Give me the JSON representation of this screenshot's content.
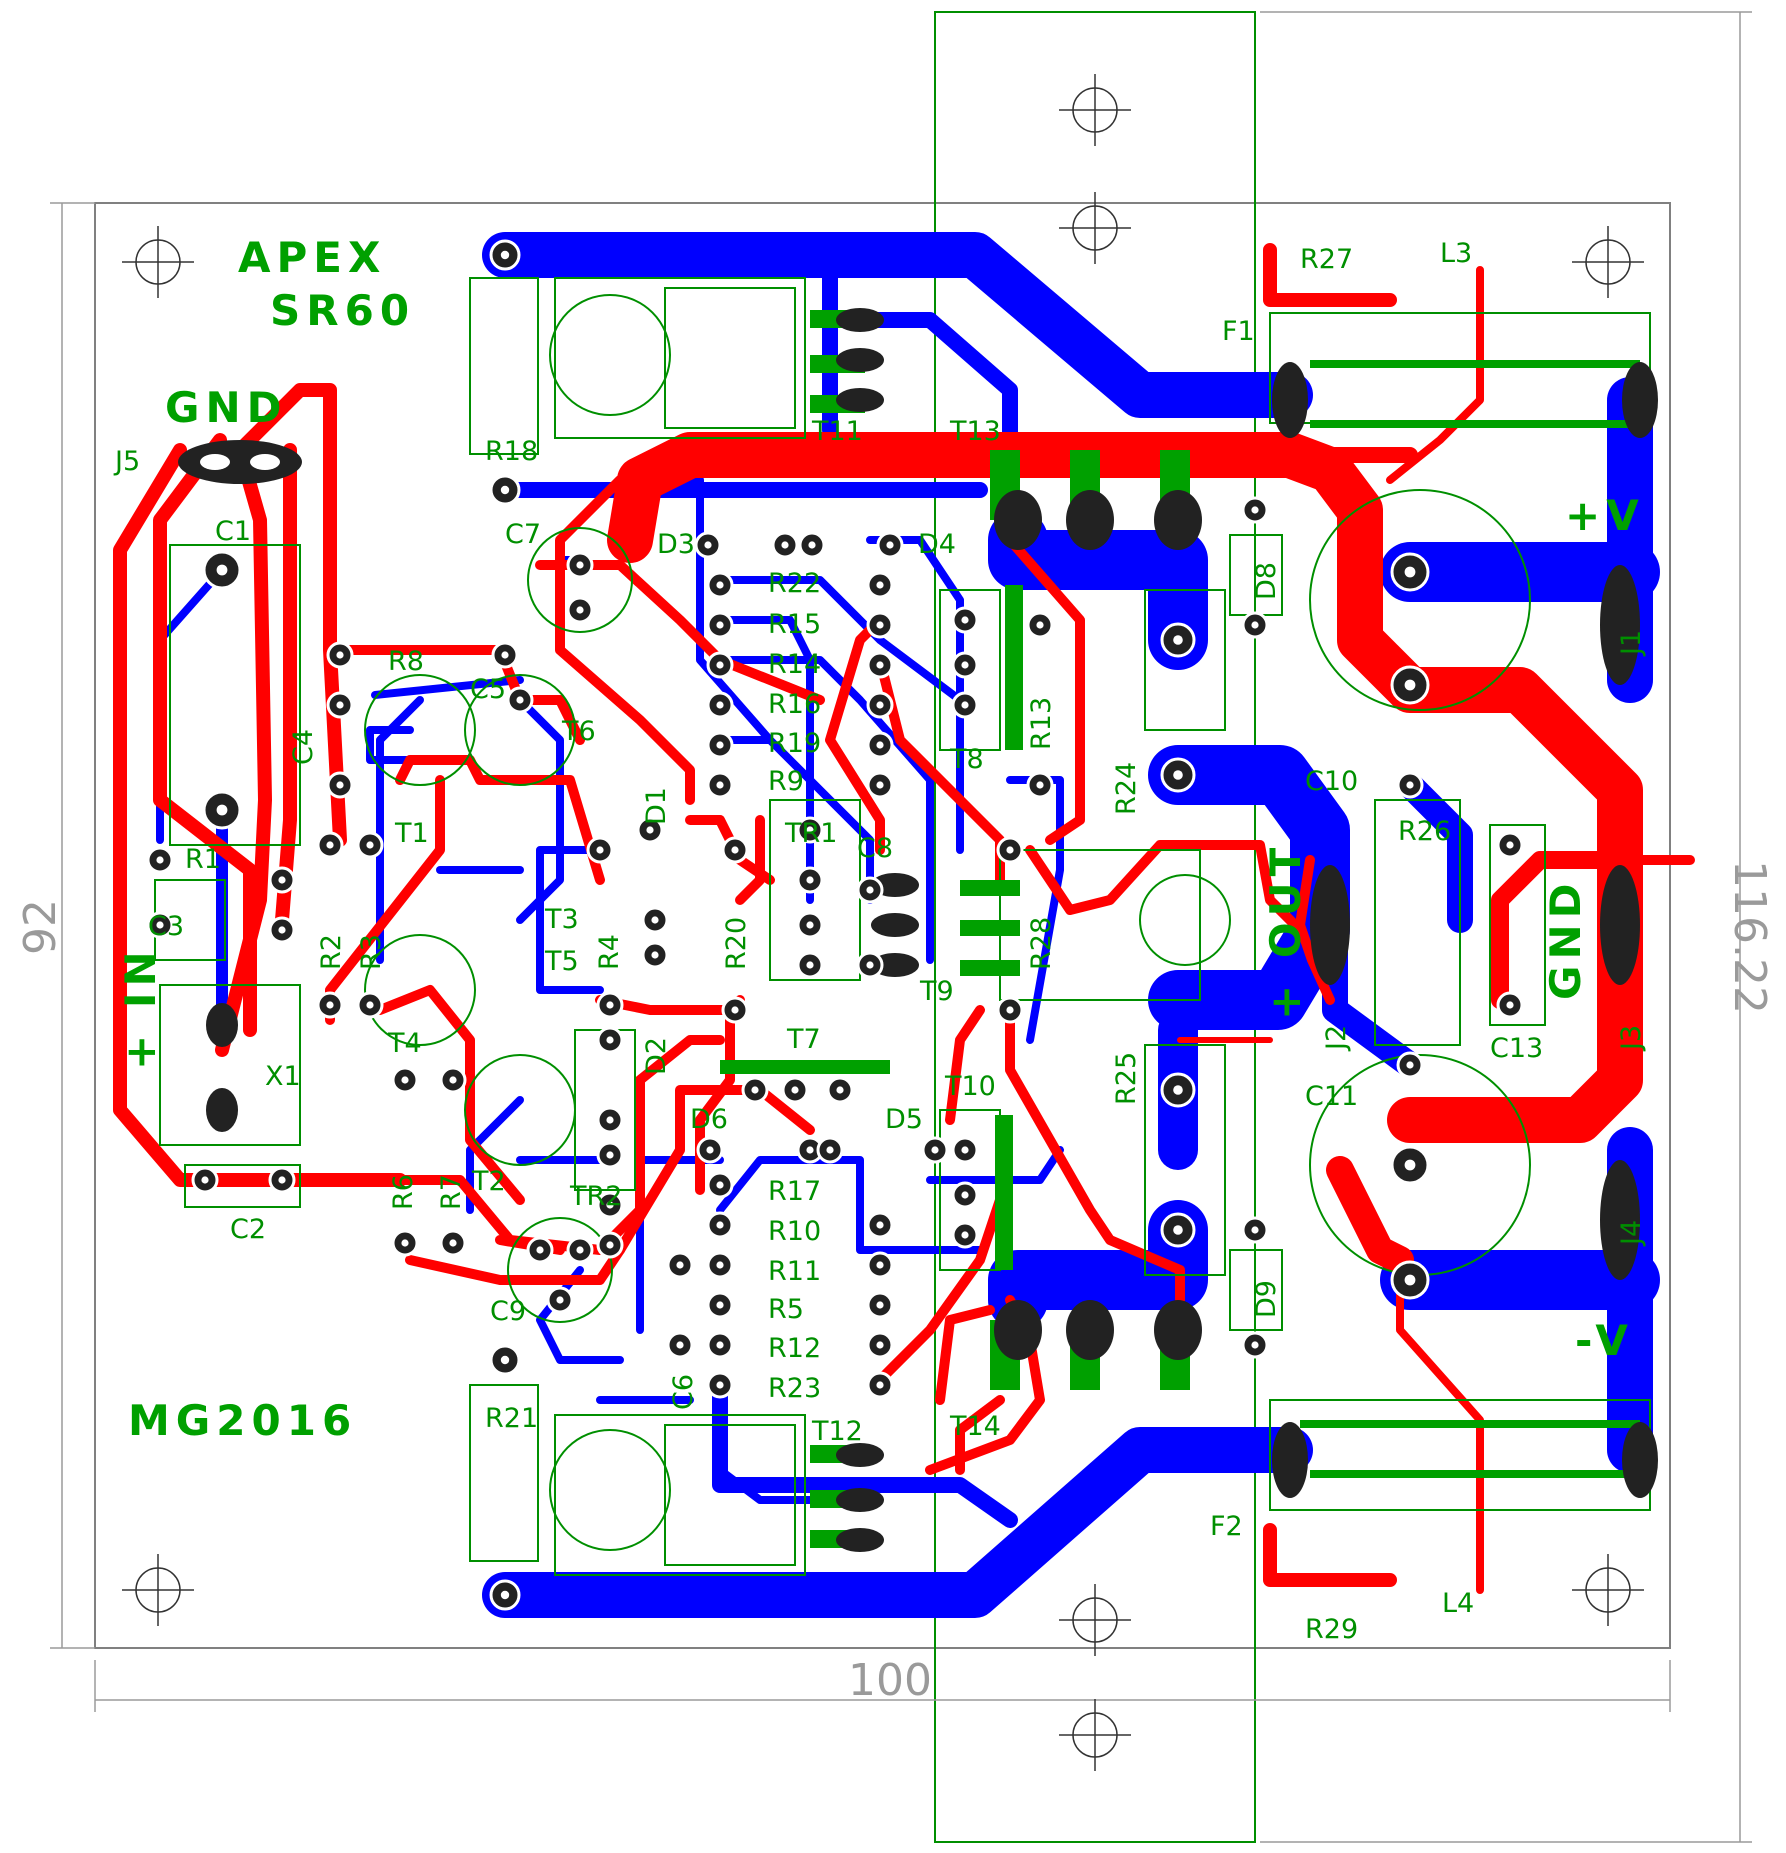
{
  "board": {
    "title_line1": "APEX",
    "title_line2": "SR60",
    "author": "MG2016",
    "width_dim": "100",
    "height_dim": "92",
    "overall_height_dim": "116.22"
  },
  "connectors": {
    "gnd_top": "GND",
    "j5": "J5",
    "in_plus": "+ IN",
    "x1": "X1",
    "out_plus": "+ OUT",
    "gnd_right": "GND",
    "plus_v": "+V",
    "minus_v": "-V",
    "j1": "J1",
    "j2": "J2",
    "j3": "J3",
    "j4": "J4"
  },
  "components": {
    "r": [
      "R1",
      "R2",
      "R3",
      "R4",
      "R5",
      "R6",
      "R7",
      "R8",
      "R9",
      "R10",
      "R11",
      "R12",
      "R13",
      "R14",
      "R15",
      "R16",
      "R17",
      "R18",
      "R19",
      "R20",
      "R21",
      "R22",
      "R23",
      "R24",
      "R25",
      "R26",
      "R27",
      "R28",
      "R29"
    ],
    "c": [
      "C1",
      "C2",
      "C3",
      "C4",
      "C5",
      "C6",
      "C7",
      "C8",
      "C9",
      "C10",
      "C11",
      "C13"
    ],
    "t": [
      "T1",
      "T2",
      "T3",
      "T4",
      "T5",
      "T6",
      "T7",
      "T8",
      "T9",
      "T10",
      "T11",
      "T12",
      "T13",
      "T14"
    ],
    "d": [
      "D1",
      "D2",
      "D3",
      "D4",
      "D5",
      "D6",
      "D8",
      "D9"
    ],
    "misc": [
      "TR1",
      "TR2",
      "F1",
      "F2",
      "L3",
      "L4"
    ]
  },
  "colors": {
    "top_copper": "#ff0000",
    "bottom_copper": "#0000ff",
    "silkscreen": "#008f00",
    "pad": "#222222",
    "outline": "#808080"
  }
}
